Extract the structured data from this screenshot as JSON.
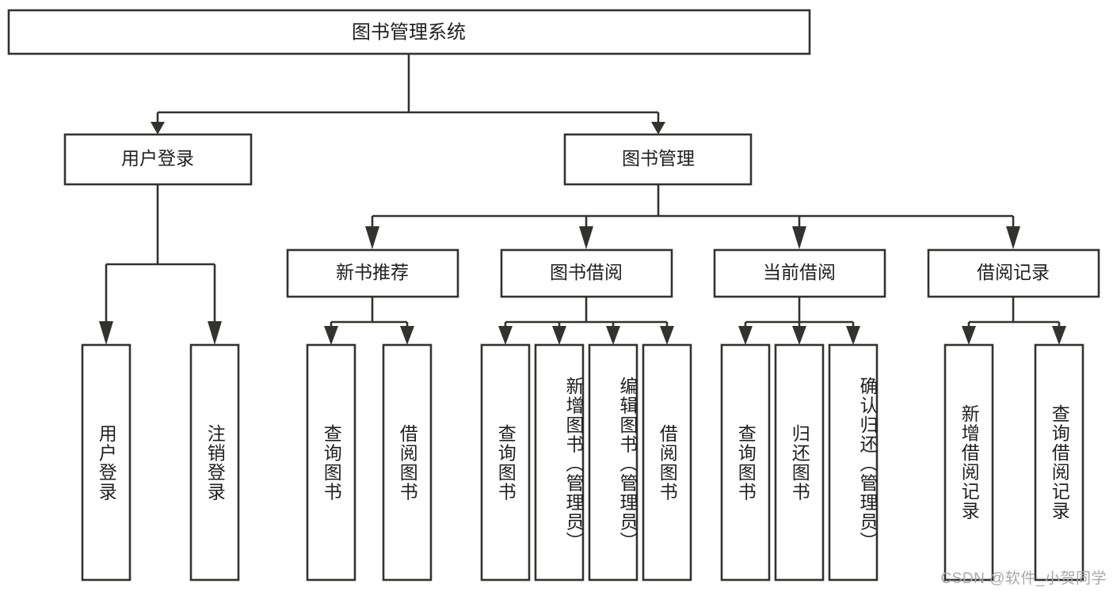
{
  "diagram": {
    "title": "图书管理系统",
    "type": "tree",
    "root": {
      "id": "root",
      "label": "图书管理系统",
      "orientation": "horizontal"
    },
    "level2": [
      {
        "id": "user-login",
        "label": "用户登录",
        "orientation": "horizontal"
      },
      {
        "id": "book-management",
        "label": "图书管理",
        "orientation": "horizontal"
      }
    ],
    "level3": [
      {
        "id": "new-book-recommend",
        "label": "新书推荐",
        "orientation": "horizontal",
        "parent": "book-management"
      },
      {
        "id": "book-borrow",
        "label": "图书借阅",
        "orientation": "horizontal",
        "parent": "book-management"
      },
      {
        "id": "current-borrow",
        "label": "当前借阅",
        "orientation": "horizontal",
        "parent": "book-management"
      },
      {
        "id": "borrow-record",
        "label": "借阅记录",
        "orientation": "horizontal",
        "parent": "book-management"
      }
    ],
    "leaves": [
      {
        "id": "leaf-user-login",
        "label": "用户登录",
        "orientation": "vertical",
        "parent": "user-login"
      },
      {
        "id": "leaf-logout",
        "label": "注销登录",
        "orientation": "vertical",
        "parent": "user-login"
      },
      {
        "id": "leaf-query-book-1",
        "label": "查询图书",
        "orientation": "vertical",
        "parent": "new-book-recommend"
      },
      {
        "id": "leaf-borrow-book-1",
        "label": "借阅图书",
        "orientation": "vertical",
        "parent": "new-book-recommend"
      },
      {
        "id": "leaf-query-book-2",
        "label": "查询图书",
        "orientation": "vertical",
        "parent": "book-borrow"
      },
      {
        "id": "leaf-add-book",
        "label": "新增图书（管理员）",
        "orientation": "vertical",
        "parent": "book-borrow"
      },
      {
        "id": "leaf-edit-book",
        "label": "编辑图书（管理员）",
        "orientation": "vertical",
        "parent": "book-borrow"
      },
      {
        "id": "leaf-borrow-book-2",
        "label": "借阅图书",
        "orientation": "vertical",
        "parent": "book-borrow"
      },
      {
        "id": "leaf-query-book-3",
        "label": "查询图书",
        "orientation": "vertical",
        "parent": "current-borrow"
      },
      {
        "id": "leaf-return-book",
        "label": "归还图书",
        "orientation": "vertical",
        "parent": "current-borrow"
      },
      {
        "id": "leaf-confirm-return",
        "label": "确认归还（管理员）",
        "orientation": "vertical",
        "parent": "current-borrow"
      },
      {
        "id": "leaf-add-record",
        "label": "新增借阅记录",
        "orientation": "vertical",
        "parent": "borrow-record"
      },
      {
        "id": "leaf-query-record",
        "label": "查询借阅记录",
        "orientation": "vertical",
        "parent": "borrow-record"
      }
    ],
    "colors": {
      "background": "#ffffff",
      "box_fill": "#ffffff",
      "box_stroke": "#32322f",
      "text": "#1f1f1f",
      "watermark": "#a8a8a8"
    }
  },
  "watermark": {
    "text": "CSDN @软件_小贺同学"
  }
}
